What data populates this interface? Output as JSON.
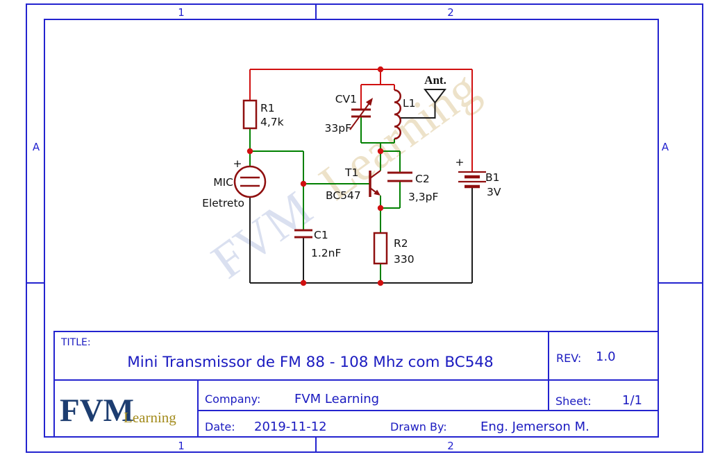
{
  "colors": {
    "frame_blue": "#2323cf",
    "text_blue": "#1a1ac0",
    "wire_red": "#d01010",
    "wire_green": "#008000",
    "wire_black": "#1c1c1c",
    "component_maroon": "#8f0f0f",
    "junction_red": "#d01010",
    "schematic_text": "#111111",
    "logo_navy": "#1d3d70",
    "logo_gold": "#a38b1c",
    "watermark_blue": "#b7c3e2",
    "watermark_gold": "#dcc795"
  },
  "frame": {
    "zones": {
      "col1": "1",
      "col2": "2",
      "row": "A"
    }
  },
  "watermark": {
    "part1": "FVM",
    "part2": "Learning"
  },
  "schematic": {
    "r1": {
      "ref": "R1",
      "value": "4,7k"
    },
    "mic": {
      "ref": "MIC",
      "value": "Eletreto",
      "polarity": "+"
    },
    "c1": {
      "ref": "C1",
      "value": "1.2nF"
    },
    "t1": {
      "ref": "T1",
      "value": "BC547"
    },
    "cv1": {
      "ref": "CV1",
      "value": "33pF"
    },
    "l1": {
      "ref": "L1"
    },
    "antenna": {
      "ref": "Ant."
    },
    "c2": {
      "ref": "C2",
      "value": "3,3pF"
    },
    "r2": {
      "ref": "R2",
      "value": "330"
    },
    "b1": {
      "ref": "B1",
      "value": "3V",
      "polarity": "+"
    }
  },
  "title_block": {
    "title_label": "TITLE:",
    "title": "Mini Transmissor de FM 88 - 108 Mhz com BC548",
    "rev_label": "REV:",
    "rev": "1.0",
    "company_label": "Company:",
    "company": "FVM Learning",
    "sheet_label": "Sheet:",
    "sheet": "1/1",
    "date_label": "Date:",
    "date": "2019-11-12",
    "drawn_by_label": "Drawn By:",
    "drawn_by": "Eng. Jemerson M.",
    "logo_fvm": "FVM",
    "logo_learning": "Learning"
  }
}
